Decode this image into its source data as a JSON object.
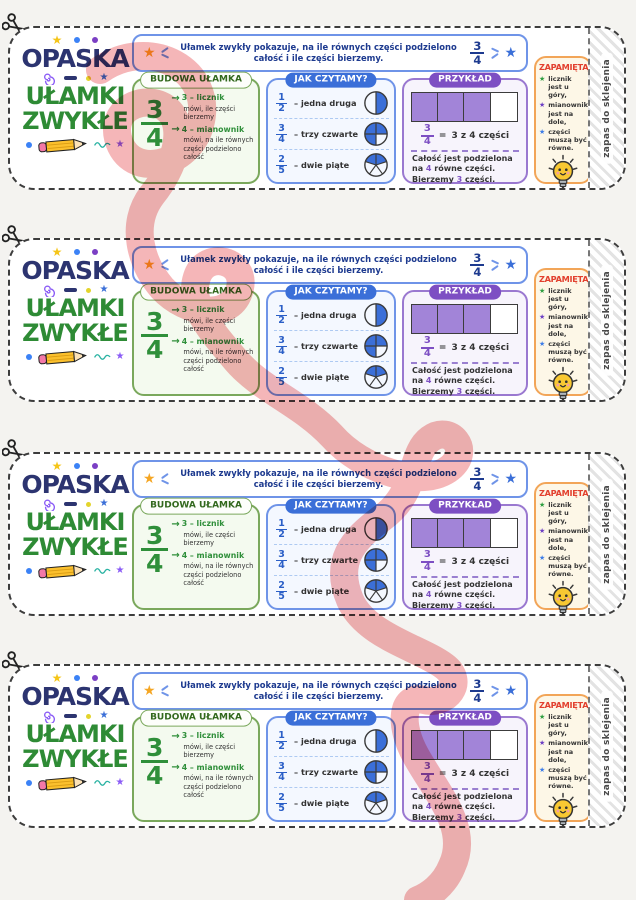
{
  "strip_count": 4,
  "strip": {
    "title": {
      "line1": "OPASKA",
      "dash": "–",
      "line2": "UŁAMKI",
      "line3": "ZWYKŁE"
    },
    "intro": {
      "line1": "Ułamek zwykły pokazuje, na ile równych części podzielono",
      "line2": "całość i ile części bierzemy.",
      "fraction": {
        "num": "3",
        "den": "4"
      }
    },
    "budowa": {
      "title": "BUDOWA UŁAMKA",
      "fraction": {
        "num": "3",
        "den": "4"
      },
      "arrow": "→",
      "num_label": "3 – licznik",
      "num_desc": "mówi, ile części bierzemy",
      "den_label": "4 – mianownik",
      "den_desc": "mówi, na ile równych części podzielono całość"
    },
    "jak": {
      "title": "JAK CZYTAMY?",
      "rows": [
        {
          "num": "1",
          "den": "2",
          "label": "– jedna druga",
          "pie": "one-half"
        },
        {
          "num": "3",
          "den": "4",
          "label": "– trzy czwarte",
          "pie": "three-quarters"
        },
        {
          "num": "2",
          "den": "5",
          "label": "– dwie piąte",
          "pie": "two-fifths"
        }
      ]
    },
    "przyklad": {
      "title": "PRZYKŁAD",
      "bar_segments": 4,
      "bar_filled": 3,
      "fraction": {
        "num": "3",
        "den": "4"
      },
      "equals": "=",
      "equation": "3 z 4 części",
      "desc1": "Całość jest podzielona",
      "desc2_pre": "na",
      "desc2_num": "4",
      "desc2_post": "równe części.",
      "desc3_pre": "Bierzemy",
      "desc3_num": "3",
      "desc3_post": "części."
    },
    "zapamietaj": {
      "title": "ZAPAMIĘTAJ:",
      "items": [
        {
          "text": "licznik jest u góry,",
          "star_color": "#2f9e41"
        },
        {
          "text": "mianownik jest na dole,",
          "star_color": "#6d3fc4"
        },
        {
          "text": "części muszą być równe.",
          "star_color": "#3d7de8"
        }
      ]
    },
    "glue_tab_label": "zapas do sklejenia",
    "star_glyph": "★"
  },
  "colors": {
    "title_navy": "#2c3470",
    "title_green": "#2e8b35",
    "box_green_border": "#7aa85c",
    "accent_blue": "#3b6fd8",
    "accent_purple": "#7d4fc3",
    "bar_fill_purple": "#a284d8",
    "pie_fill_blue": "#3b6fd8",
    "zapamietaj_title_red": "#e2402e",
    "zapamietaj_border_orange": "#f2a558",
    "watermark_pink": "#f2a2a4"
  }
}
